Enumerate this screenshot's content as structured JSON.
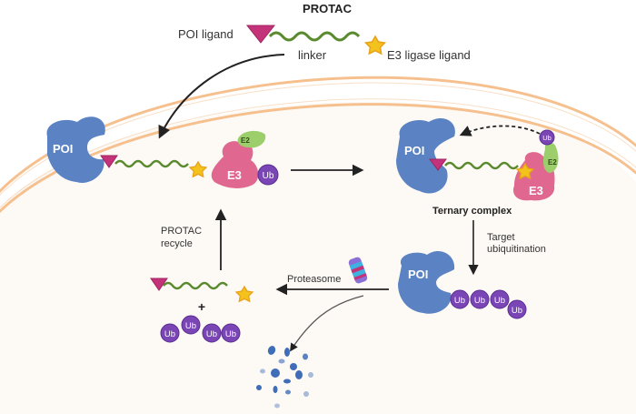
{
  "figure": {
    "title": "PROTAC",
    "labels": {
      "poi_ligand": "POI ligand",
      "linker": "linker",
      "e3_ligase_ligand": "E3 ligase ligand",
      "ternary_complex": "Ternary complex",
      "target_ubiquitination_line1": "Target",
      "target_ubiquitination_line2": "ubiquitination",
      "protac_recycle_line1": "PROTAC",
      "protac_recycle_line2": "recycle",
      "proteasome": "Proteasome",
      "plus": "+"
    },
    "protein_labels": {
      "poi": "POI",
      "e3": "E3",
      "e2": "E2",
      "ub": "Ub"
    }
  },
  "colors": {
    "background": "#ffffff",
    "cytoplasm": "#fdf9f5",
    "membrane": "#f6c08e",
    "poi": "#5b83c4",
    "poi_shadow": "#4a6fb0",
    "poi_ligand": "#c4327a",
    "linker": "#5a8a2e",
    "e3_ligand": "#f4c21c",
    "e3_ligand_edge": "#e8a21a",
    "e3": "#e0678f",
    "e2": "#9ccf6b",
    "ub": "#7a45b4",
    "ub_edge": "#5b2d91",
    "arrow": "#222222",
    "fragments": "#3f6db8"
  }
}
